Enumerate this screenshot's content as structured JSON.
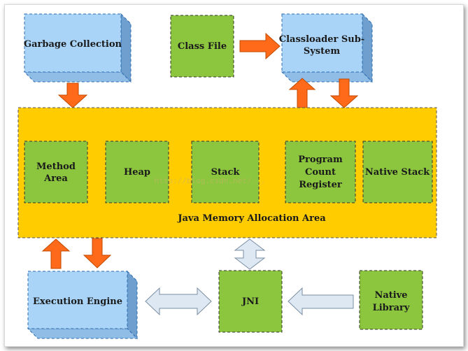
{
  "blocks": {
    "garbage_collection": "Garbage Collection",
    "class_file": "Class File",
    "classloader_line1": "Classloader Sub-",
    "classloader_line2": "System",
    "memory_area_title": "Java Memory Allocation Area",
    "method_area_line1": "Method",
    "method_area_line2": "Area",
    "heap": "Heap",
    "stack": "Stack",
    "pc_register_line1": "Program",
    "pc_register_line2": "Count",
    "pc_register_line3": "Register",
    "native_stack": "Native Stack",
    "execution_engine": "Execution Engine",
    "jni": "JNI",
    "native_library_line1": "Native",
    "native_library_line2": "Library"
  },
  "watermark": "http://blog.csdn.net/...",
  "colors": {
    "blue_box": "#a9d4f7",
    "blue_side": "#6f9fcf",
    "green_box": "#8cc63f",
    "yellow_area": "#ffcc00",
    "orange_arrow": "#ff6a1a",
    "hollow_arrow": "#dde8f3"
  }
}
